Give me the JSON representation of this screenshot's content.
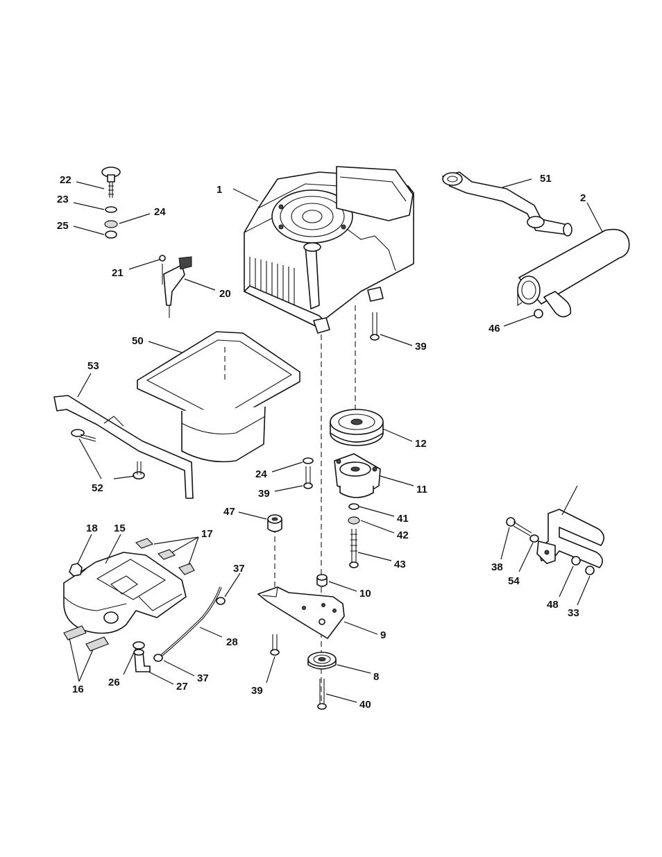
{
  "callouts": [
    {
      "id": "c1",
      "text": "1"
    },
    {
      "id": "c2",
      "text": "2"
    },
    {
      "id": "c8",
      "text": "8"
    },
    {
      "id": "c9",
      "text": "9"
    },
    {
      "id": "c10",
      "text": "10"
    },
    {
      "id": "c11",
      "text": "11"
    },
    {
      "id": "c12",
      "text": "12"
    },
    {
      "id": "c15",
      "text": "15"
    },
    {
      "id": "c16",
      "text": "16"
    },
    {
      "id": "c17",
      "text": "17"
    },
    {
      "id": "c18",
      "text": "18"
    },
    {
      "id": "c20",
      "text": "20"
    },
    {
      "id": "c21",
      "text": "21"
    },
    {
      "id": "c22",
      "text": "22"
    },
    {
      "id": "c23",
      "text": "23"
    },
    {
      "id": "c24a",
      "text": "24"
    },
    {
      "id": "c24b",
      "text": "24"
    },
    {
      "id": "c25",
      "text": "25"
    },
    {
      "id": "c26",
      "text": "26"
    },
    {
      "id": "c27",
      "text": "27"
    },
    {
      "id": "c28",
      "text": "28"
    },
    {
      "id": "c33",
      "text": "33"
    },
    {
      "id": "c37a",
      "text": "37"
    },
    {
      "id": "c37b",
      "text": "37"
    },
    {
      "id": "c38",
      "text": "38"
    },
    {
      "id": "c39a",
      "text": "39"
    },
    {
      "id": "c39b",
      "text": "39"
    },
    {
      "id": "c39c",
      "text": "39"
    },
    {
      "id": "c40",
      "text": "40"
    },
    {
      "id": "c41",
      "text": "41"
    },
    {
      "id": "c42",
      "text": "42"
    },
    {
      "id": "c43",
      "text": "43"
    },
    {
      "id": "c46",
      "text": "46"
    },
    {
      "id": "c47",
      "text": "47"
    },
    {
      "id": "c48",
      "text": "48"
    },
    {
      "id": "c50",
      "text": "50"
    },
    {
      "id": "c51",
      "text": "51"
    },
    {
      "id": "c52",
      "text": "52"
    },
    {
      "id": "c53",
      "text": "53"
    },
    {
      "id": "c54",
      "text": "54"
    }
  ]
}
